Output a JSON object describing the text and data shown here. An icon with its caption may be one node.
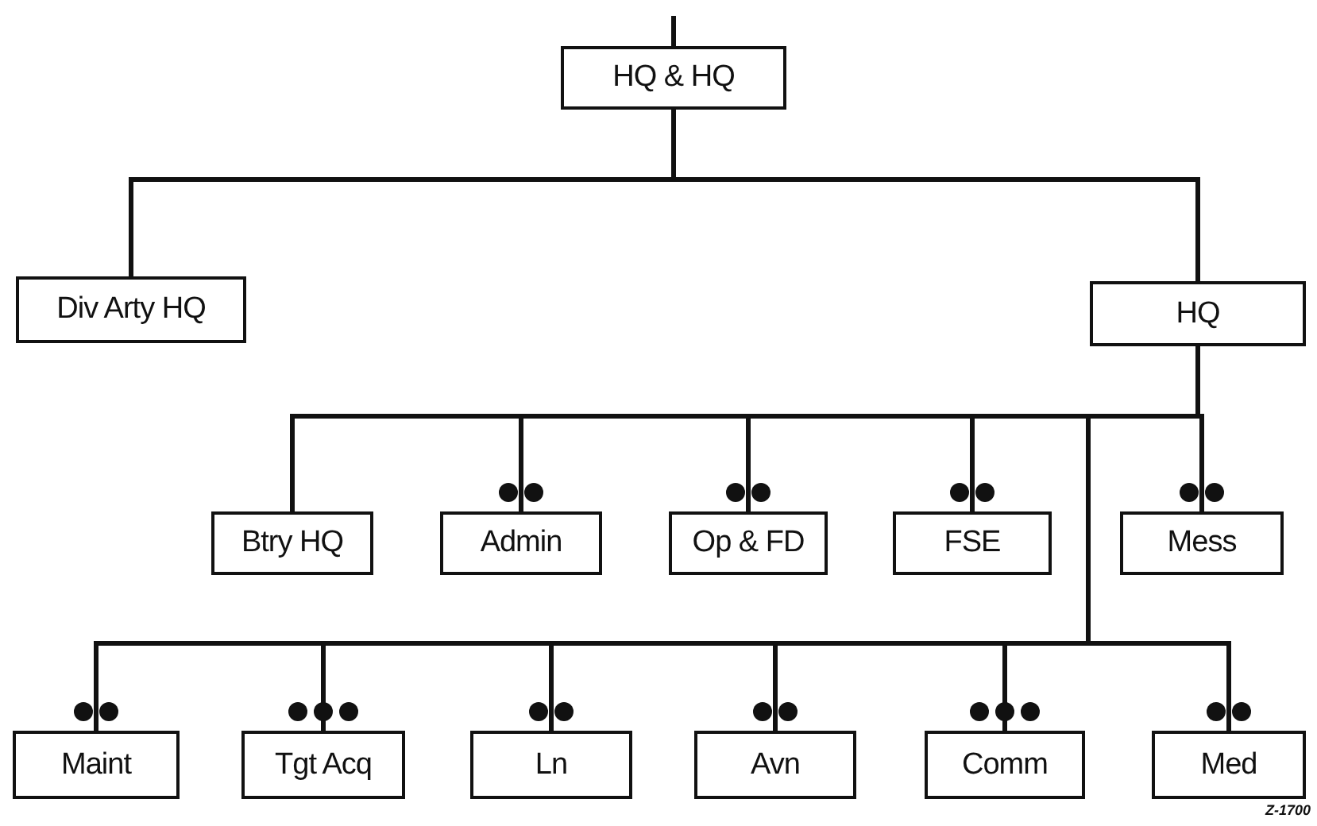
{
  "diagram": {
    "nodes": [
      {
        "text": [
          "HQ & HQ"
        ]
      },
      {
        "text": [
          "Div Arty HQ"
        ]
      },
      {
        "text": [
          "HQ"
        ]
      },
      {
        "text": [
          "Btry HQ"
        ]
      },
      {
        "text": [
          "Admin"
        ]
      },
      {
        "text": [
          "Op & FD"
        ]
      },
      {
        "text": [
          "FSE"
        ]
      },
      {
        "text": [
          "Mess"
        ]
      },
      {
        "text": [
          "Maint"
        ]
      },
      {
        "text": [
          "Tgt Acq"
        ]
      },
      {
        "text": [
          "Ln"
        ]
      },
      {
        "text": [
          "Avn"
        ]
      },
      {
        "text": [
          "Comm"
        ]
      },
      {
        "text": [
          "Med"
        ]
      }
    ],
    "edges": [
      {
        "from": null,
        "to": 0,
        "arrow": "none"
      },
      {
        "from": 0,
        "to": 1,
        "arrow": "none"
      },
      {
        "from": 0,
        "to": 2,
        "arrow": "none"
      },
      {
        "from": 2,
        "to": 3,
        "arrow": "none"
      },
      {
        "from": 2,
        "to": 4,
        "arrow": "none"
      },
      {
        "from": 2,
        "to": 5,
        "arrow": "none"
      },
      {
        "from": 2,
        "to": 6,
        "arrow": "none"
      },
      {
        "from": 2,
        "to": 7,
        "arrow": "none"
      },
      {
        "from": 2,
        "to": 8,
        "arrow": "none"
      },
      {
        "from": 2,
        "to": 9,
        "arrow": "none"
      },
      {
        "from": 2,
        "to": 10,
        "arrow": "none"
      },
      {
        "from": 2,
        "to": 11,
        "arrow": "none"
      },
      {
        "from": 2,
        "to": 12,
        "arrow": "none"
      },
      {
        "from": 2,
        "to": 13,
        "arrow": "none"
      }
    ],
    "labels": [
      "Z-1700"
    ]
  }
}
